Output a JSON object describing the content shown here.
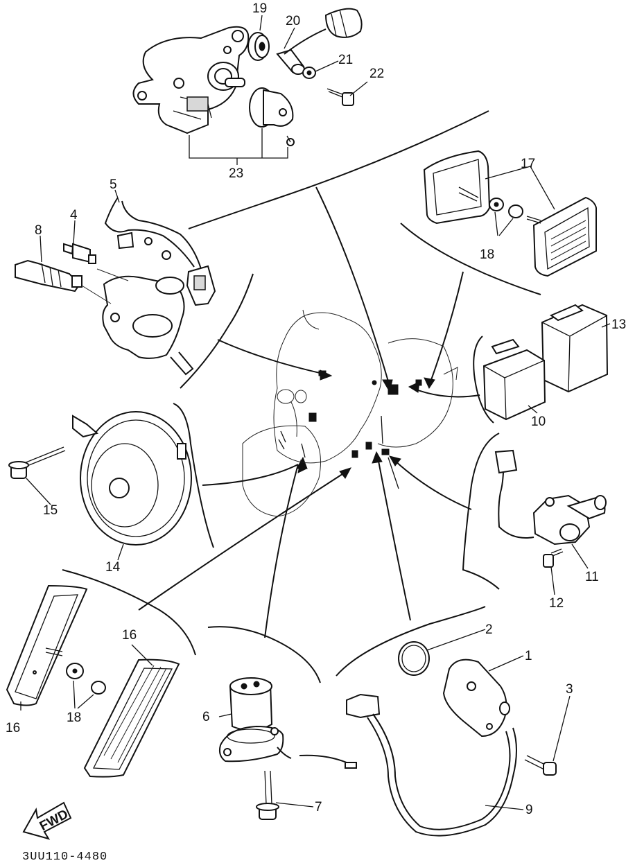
{
  "diagram": {
    "callouts": [
      "19",
      "20",
      "21",
      "22",
      "23",
      "17",
      "18",
      "5",
      "4",
      "8",
      "13",
      "10",
      "15",
      "14",
      "11",
      "12",
      "16",
      "18",
      "16",
      "2",
      "1",
      "3",
      "6",
      "7",
      "9"
    ],
    "drawing_code": "3UU110-4480",
    "fwd_label": "FWD"
  }
}
